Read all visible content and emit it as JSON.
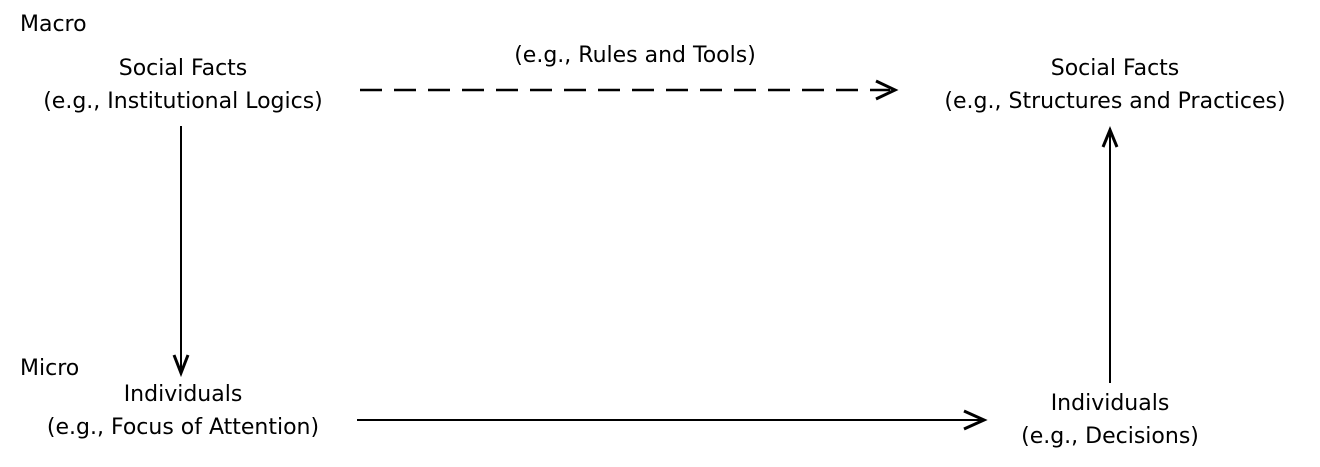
{
  "levels": {
    "macro": "Macro",
    "micro": "Micro"
  },
  "nodes": {
    "top_left": {
      "title": "Social Facts",
      "example": "(e.g., Institutional Logics)"
    },
    "top_right": {
      "title": "Social Facts",
      "example": "(e.g., Structures and Practices)"
    },
    "bottom_left": {
      "title": "Individuals",
      "example": "(e.g., Focus of Attention)"
    },
    "bottom_right": {
      "title": "Individuals",
      "example": "(e.g., Decisions)"
    }
  },
  "edges": {
    "top_label": "(e.g., Rules and Tools)"
  },
  "colors": {
    "ink": "#000000",
    "background": "#ffffff"
  }
}
